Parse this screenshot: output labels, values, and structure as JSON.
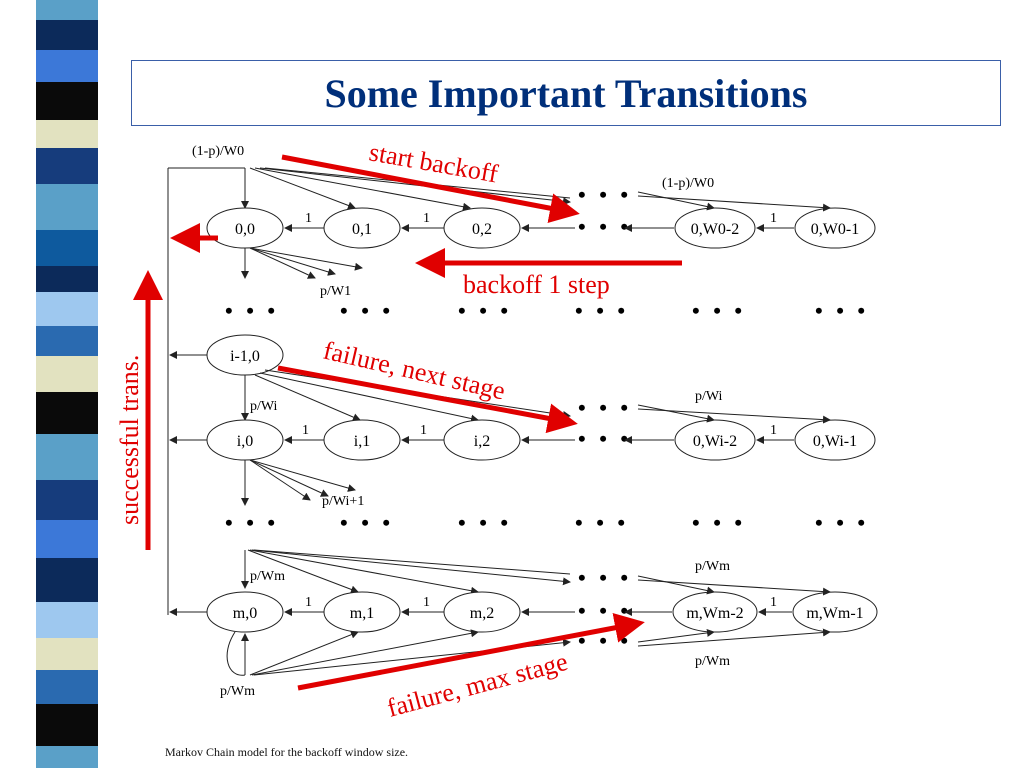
{
  "slide": {
    "title": "Some Important Transitions",
    "caption": "Markov Chain model for the backoff window size.",
    "annotations": {
      "start_backoff": "start backoff",
      "backoff_1_step": "backoff 1 step",
      "successful_trans": "successful trans.",
      "failure_next_stage": "failure, next stage",
      "failure_max_stage": "failure, max stage"
    },
    "colors": {
      "title": "#002f7a",
      "annotation": "#e00000",
      "title_border": "#3a5fa8"
    }
  },
  "diagram": {
    "rows": [
      {
        "states": [
          "0,0",
          "0,1",
          "0,2",
          "0,W0-2",
          "0,W0-1"
        ],
        "labels": {
          "top_left": "(1-p)/W0",
          "top_right": "(1-p)/W0",
          "below": "p/W1"
        }
      },
      {
        "states": [
          "i-1,0"
        ]
      },
      {
        "states": [
          "i,0",
          "i,1",
          "i,2",
          "0,Wi-2",
          "0,Wi-1"
        ],
        "labels": {
          "top_left": "p/Wi",
          "top_right": "p/Wi",
          "below": "p/Wi+1"
        }
      },
      {
        "states": [
          "m,0",
          "m,1",
          "m,2",
          "m,Wm-2",
          "m,Wm-1"
        ],
        "labels": {
          "top_left": "p/Wm",
          "top_right": "p/Wm",
          "bottom_right": "p/Wm",
          "bottom_left": "p/Wm"
        }
      }
    ],
    "transition_label": "1",
    "ellipsis": "• • •"
  }
}
